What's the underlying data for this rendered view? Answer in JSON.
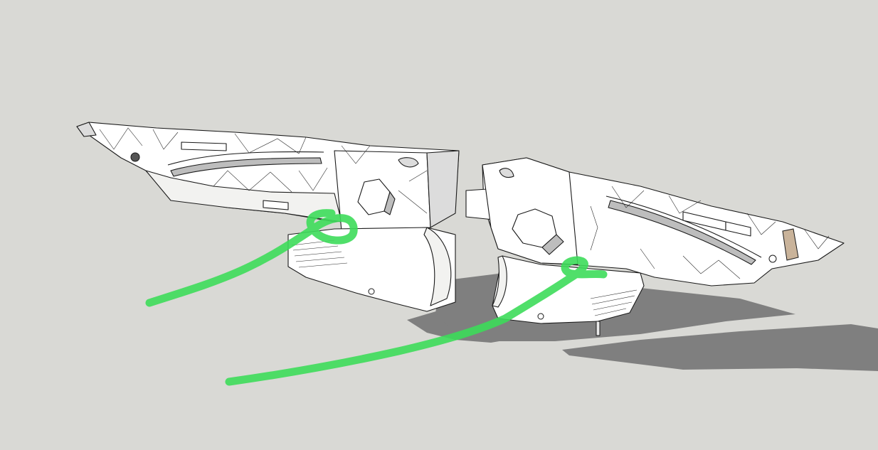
{
  "scene": {
    "background_color": "#d9d9d5",
    "shadow_color": "#7f7f7f",
    "model_face_color": "#ffffff",
    "model_edge_color": "#1a1a1a",
    "shadow_face_color": "#bdbdbd",
    "highlight_color": "#3ddc5a",
    "tan_face_color": "#c9b39a"
  },
  "objects": [
    {
      "name": "left-part"
    },
    {
      "name": "right-part"
    }
  ],
  "annotations": [
    {
      "name": "green-stroke-left",
      "shape": "curve-with-loop"
    },
    {
      "name": "green-stroke-right",
      "shape": "curve-with-loop"
    }
  ]
}
